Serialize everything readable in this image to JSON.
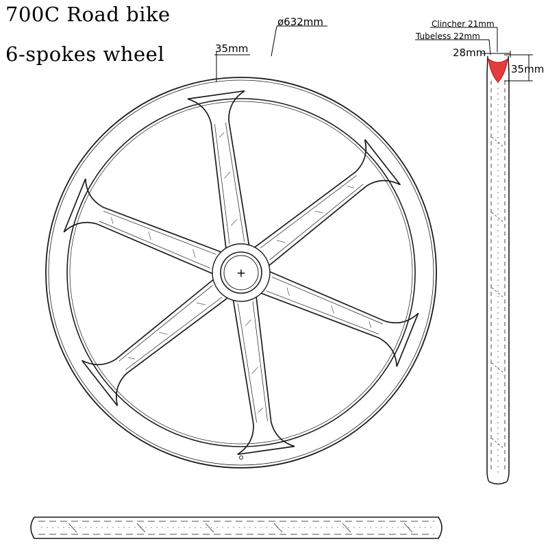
{
  "title": {
    "line1": "700C Road bike",
    "line2": "6-spokes wheel"
  },
  "dimensions": {
    "diameter": "ø632mm",
    "rim_depth_front": "35mm",
    "clincher_width": "Clincher 21mm",
    "tubeless_width": "Tubeless 22mm",
    "outer_width": "28mm",
    "rim_depth_side": "35mm"
  },
  "wheel": {
    "spoke_count": 6,
    "hub_symbol": "+"
  }
}
